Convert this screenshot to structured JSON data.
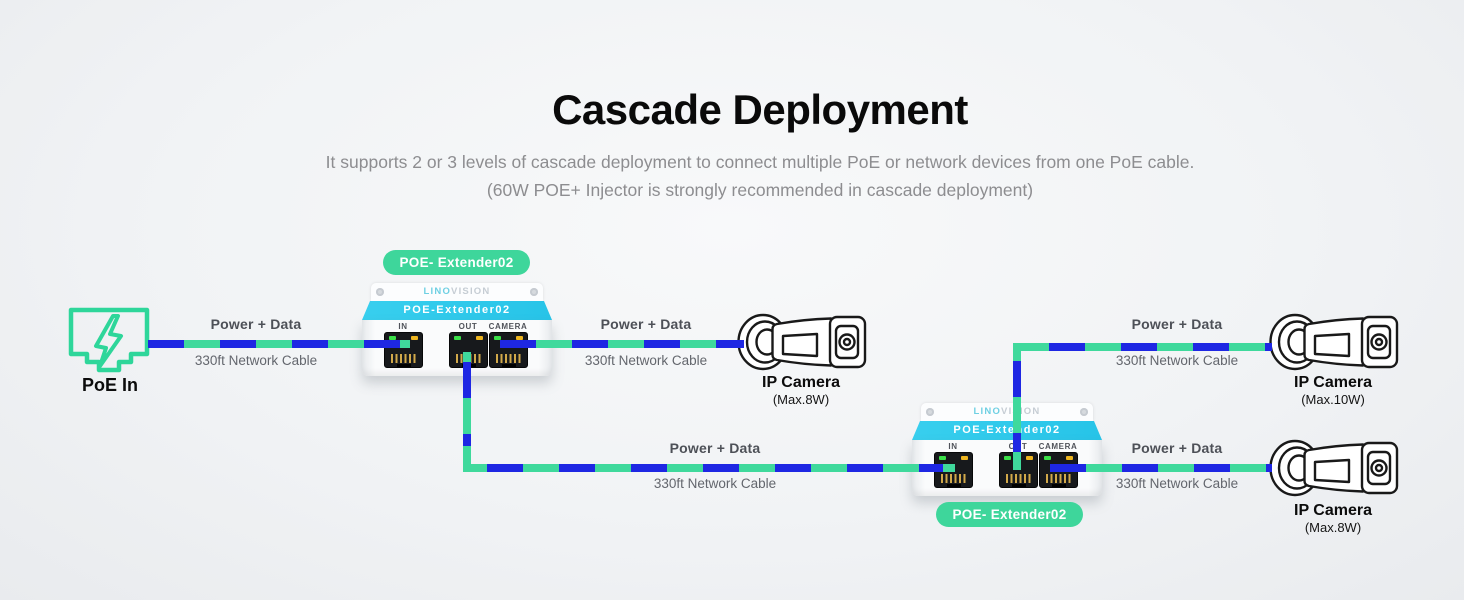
{
  "page": {
    "title": "Cascade Deployment",
    "subtitle_line1": "It supports 2 or 3 levels of cascade deployment to connect multiple PoE or network devices from one PoE cable.",
    "subtitle_line2": "(60W POE+ Injector is strongly recommended in cascade deployment)"
  },
  "colors": {
    "cable_green": "#3fd99c",
    "cable_blue": "#1e27e3",
    "badge_green": "#3ed69b",
    "band_cyan": "#2bc7e9",
    "poe_icon_green": "#2ed69a"
  },
  "poe_in": {
    "label": "PoE In"
  },
  "devices": [
    {
      "badge": "POE- Extender02",
      "brand_prefix": "LINO",
      "brand_suffix": "VISION",
      "panel_label": "POE-Extender02",
      "ports": [
        "IN",
        "OUT",
        "CAMERA"
      ]
    },
    {
      "badge": "POE- Extender02",
      "brand_prefix": "LINO",
      "brand_suffix": "VISION",
      "panel_label": "POE-Extender02",
      "ports": [
        "IN",
        "OUT",
        "CAMERA"
      ]
    }
  ],
  "cables": [
    {
      "power_label": "Power + Data",
      "length_label": "330ft Network Cable"
    },
    {
      "power_label": "Power + Data",
      "length_label": "330ft Network Cable"
    },
    {
      "power_label": "Power + Data",
      "length_label": "330ft Network Cable"
    },
    {
      "power_label": "Power + Data",
      "length_label": "330ft Network Cable"
    },
    {
      "power_label": "Power + Data",
      "length_label": "330ft Network Cable"
    }
  ],
  "cameras": [
    {
      "label": "IP Camera",
      "max_power": "(Max.8W)"
    },
    {
      "label": "IP Camera",
      "max_power": "(Max.10W)"
    },
    {
      "label": "IP Camera",
      "max_power": "(Max.8W)"
    }
  ]
}
